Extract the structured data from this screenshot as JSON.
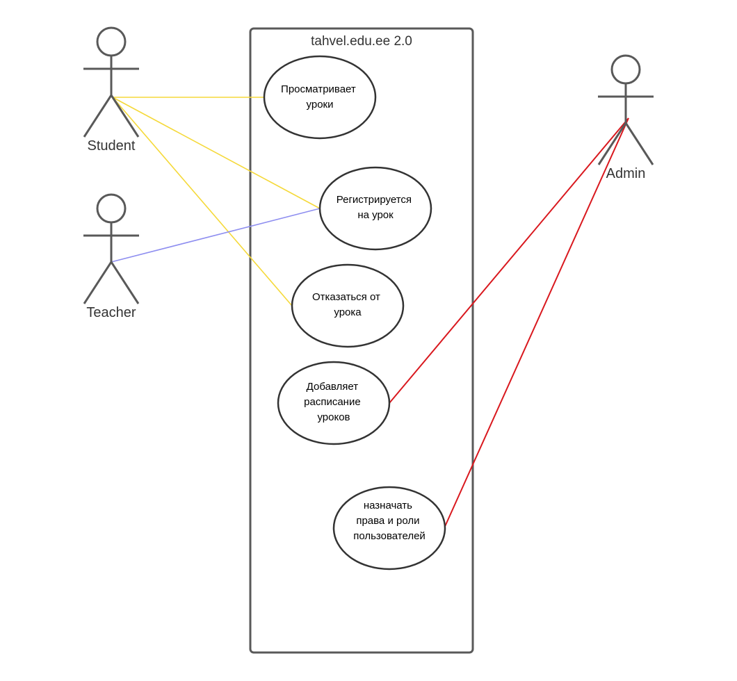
{
  "system": {
    "title": "tahvel.edu.ee 2.0"
  },
  "actors": {
    "student": "Student",
    "teacher": "Teacher",
    "admin": "Admin"
  },
  "use_cases": {
    "view_lessons": [
      "Просматривает",
      "уроки"
    ],
    "register_lesson": [
      "Регистрируется",
      "на урок"
    ],
    "cancel_lesson": [
      "Отказаться от",
      "урока"
    ],
    "add_schedule": [
      "Добавляет",
      "расписание",
      "уроков"
    ],
    "assign_roles": [
      "назначать",
      "права и роли",
      "пользователей"
    ]
  },
  "colors": {
    "student_link": "#f5d93a",
    "teacher_link": "#8e8ef0",
    "admin_link": "#d9181e"
  }
}
